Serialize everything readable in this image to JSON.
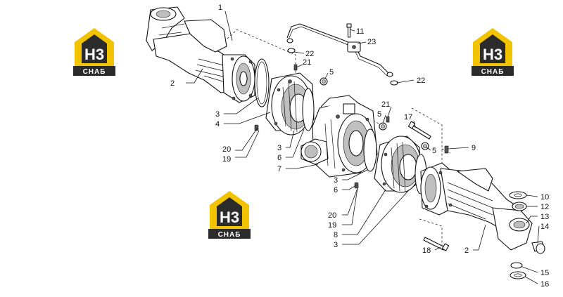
{
  "logo": {
    "mark": "H3",
    "label": "СНАБ",
    "color_yellow": "#f2c300",
    "color_dark": "#2b2b2b"
  },
  "callouts": {
    "c1": "1",
    "c2a": "2",
    "c2b": "2",
    "c3a": "3",
    "c3b": "3",
    "c3c": "3",
    "c3d": "3",
    "c4": "4",
    "c5a": "5",
    "c5b": "5",
    "c5c": "5",
    "c6a": "6",
    "c6b": "6",
    "c7": "7",
    "c8": "8",
    "c9": "9",
    "c10": "10",
    "c11": "11",
    "c12": "12",
    "c13": "13",
    "c14": "14",
    "c15": "15",
    "c16": "16",
    "c17": "17",
    "c18": "18",
    "c19a": "19",
    "c19b": "19",
    "c20a": "20",
    "c20b": "20",
    "c21a": "21",
    "c21b": "21",
    "c22a": "22",
    "c22b": "22",
    "c23": "23"
  }
}
